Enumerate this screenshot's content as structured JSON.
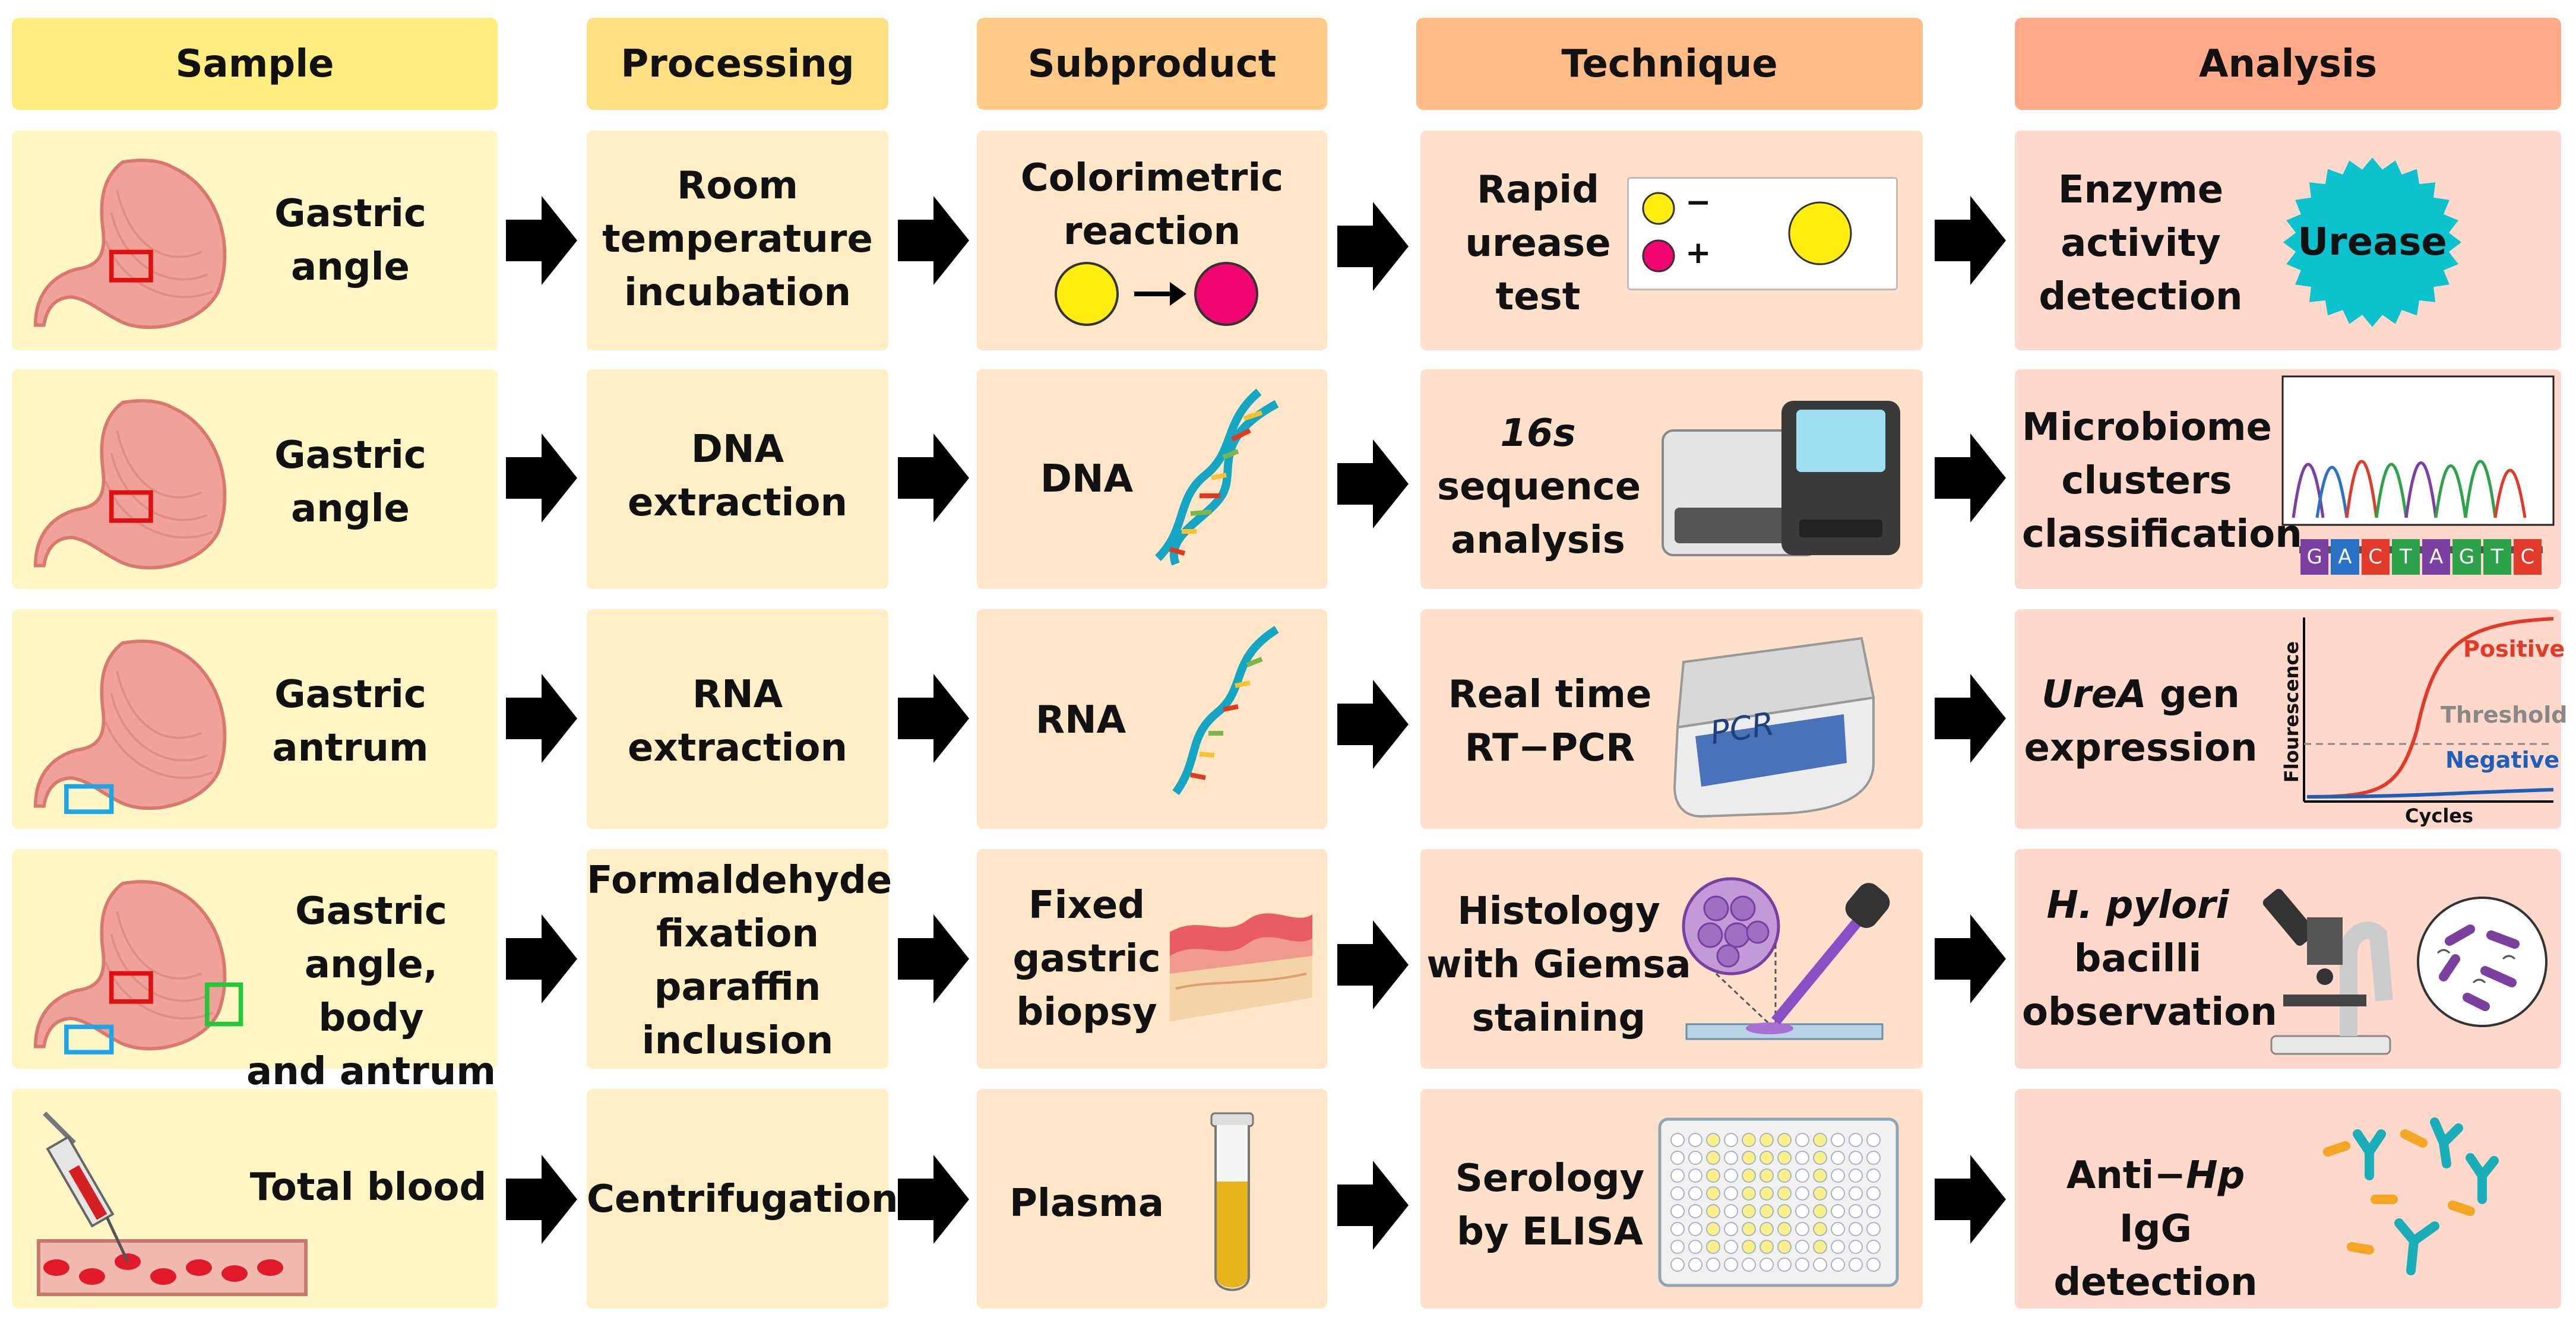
{
  "colors": {
    "col1_bg": "#FFF6C5",
    "col2_bg": "#FFEEC6",
    "col3_bg": "#FFE6C8",
    "col4_bg": "#FFE1CB",
    "col5_bg": "#FFD8CC",
    "hdr1": "#FFEE7F",
    "hdr2": "#FFDF84",
    "hdr3": "#FFC987",
    "hdr4": "#FFBC86",
    "hdr5": "#FFA988"
  },
  "headers": [
    "Sample",
    "Processing",
    "Subproduct",
    "Technique",
    "Analysis"
  ],
  "rows": [
    {
      "sample": [
        "Gastric",
        "angle"
      ],
      "processing": [
        "Room",
        "temperature",
        "incubation"
      ],
      "subproduct": [
        "Colorimetric",
        "reaction"
      ],
      "technique": [
        "Rapid",
        "urease",
        "test"
      ],
      "technique_legend": {
        "neg": "−",
        "pos": "+"
      },
      "analysis": [
        "Enzyme",
        "activity",
        "detection"
      ],
      "badge": "Urease"
    },
    {
      "sample": [
        "Gastric",
        "angle"
      ],
      "processing": [
        "DNA",
        "extraction"
      ],
      "subproduct": [
        "DNA"
      ],
      "technique": [
        "16s",
        "sequence",
        "analysis"
      ],
      "analysis": [
        "Microbiome",
        "clusters",
        "classification"
      ],
      "bases": [
        "G",
        "A",
        "C",
        "T",
        "A",
        "G",
        "T",
        "C"
      ]
    },
    {
      "sample": [
        "Gastric",
        "antrum"
      ],
      "processing": [
        "RNA",
        "extraction"
      ],
      "subproduct": [
        "RNA"
      ],
      "technique": [
        "Real time",
        "RT−PCR"
      ],
      "device_label": "PCR",
      "analysis_italic": "UreA",
      "analysis_rest": " gen",
      "analysis2": "expression",
      "pcr_chart": {
        "positive": "Positive",
        "threshold": "Threshold",
        "negative": "Negative",
        "ylabel": "Flourescence",
        "xlabel": "Cycles"
      }
    },
    {
      "sample": [
        "Gastric",
        "angle, body",
        "and antrum"
      ],
      "processing": [
        "Formaldehyde",
        "fixation",
        "paraffin",
        "inclusion"
      ],
      "subproduct": [
        "Fixed",
        "gastric",
        "biopsy"
      ],
      "technique": [
        "Histology",
        "with Giemsa",
        "staining"
      ],
      "analysis_italic": "H. pylori",
      "analysis": [
        "bacilli",
        "observation"
      ]
    },
    {
      "sample": [
        "Total blood"
      ],
      "processing": [
        "Centrifugation"
      ],
      "subproduct": [
        "Plasma"
      ],
      "technique": [
        "Serology",
        "by ELISA"
      ],
      "analysis_pre": "Anti−",
      "analysis_italic": "Hp",
      "analysis_post": " IgG",
      "analysis2": "detection"
    }
  ]
}
